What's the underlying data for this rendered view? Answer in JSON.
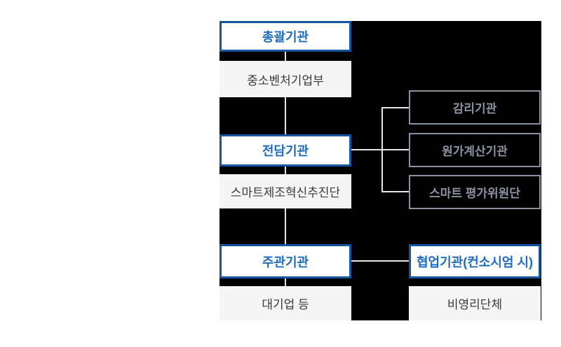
{
  "page": {
    "background": "#ffffff"
  },
  "diagram": {
    "canvas_background": "#000000",
    "colors": {
      "role_border": "#14579f",
      "role_text": "#1e6cc0",
      "org_box_bg": "#f5f5f5",
      "org_text": "#3a3a3a",
      "support_border": "#8a92a3",
      "support_text": "#8a92a3",
      "connector": "#e6e6e6"
    },
    "pairs": [
      {
        "role": "총괄기관",
        "org": "중소벤처기업부"
      },
      {
        "role": "전담기관",
        "org": "스마트제조혁신추진단"
      },
      {
        "role": "주관기관",
        "org": "대기업 등"
      },
      {
        "role": "협업기관(컨소시엄 시)",
        "org": "비영리단체"
      }
    ],
    "support_orgs": [
      {
        "label": "감리기관"
      },
      {
        "label": "원가계산기관"
      },
      {
        "label": "스마트 평가위원단"
      }
    ]
  }
}
